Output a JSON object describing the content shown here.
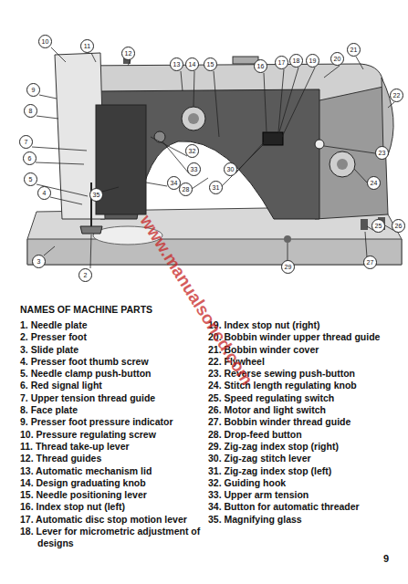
{
  "diagram": {
    "title": "NAMES OF MACHINE PARTS",
    "labels": [
      "10",
      "11",
      "12",
      "13",
      "14",
      "15",
      "16",
      "17",
      "18",
      "19",
      "20",
      "21",
      "22",
      "9",
      "8",
      "7",
      "6",
      "5",
      "4",
      "3",
      "2",
      "32",
      "33",
      "34",
      "35",
      "31",
      "30",
      "28",
      "23",
      "24",
      "25",
      "26",
      "27",
      "29",
      "1. Needle plate",
      "2. Presser foot",
      "3. Slide plate",
      "4. Presser foot thumb screw",
      "5. Needle clamp push-button",
      "6. Red signal light",
      "7. Upper tension thread guide",
      "8. Face plate",
      "9. Presser foot pressure indicator",
      "10. Pressure regulating screw",
      "11. Thread take-up lever",
      "12. Thread guides",
      "13. Automatic mechanism lid",
      "14. Design graduating knob",
      "15. Needle positioning lever",
      "16. Index stop nut (left)",
      "17. Automatic disc stop motion lever",
      "18. Lever for micrometric adjustment of designs",
      "19. Index stop nut (right)",
      "20. Bobbin winder upper thread guide",
      "21. Bobbin winder cover",
      "22. Flywheel",
      "23. Reverse sewing push-button",
      "24. Stitch length regulating knob",
      "25. Speed regulating switch",
      "26. Motor and light switch",
      "27. Bobbin winder thread guide",
      "28. Drop-feed button",
      "29. Zig-zag index stop (right)",
      "30. Zig-zag stitch lever",
      "31. Zig-zag index stop (left)",
      "32. Guiding hook",
      "33. Upper arm tension",
      "34. Button for automatic threader",
      "35. Magnifying glass",
      "9",
      "www.manualsoncd.com"
    ]
  }
}
